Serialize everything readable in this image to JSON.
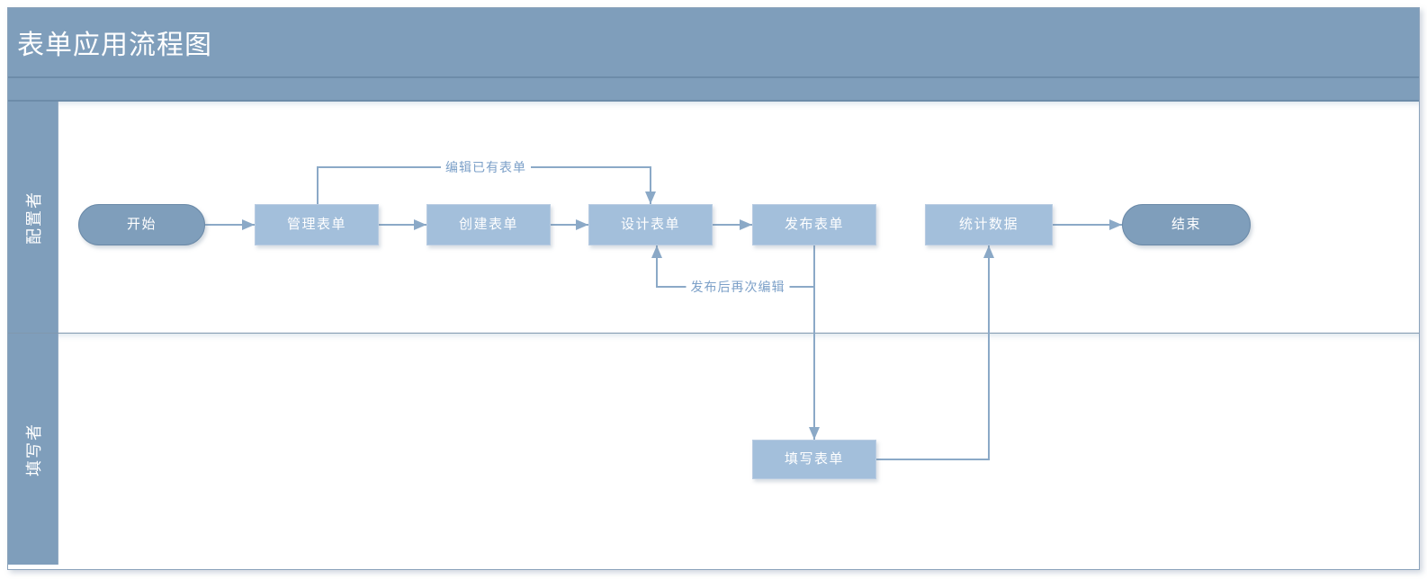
{
  "diagram": {
    "title": "表单应用流程图",
    "lanes": [
      {
        "label": "配置者"
      },
      {
        "label": "填写者"
      }
    ],
    "nodes": {
      "start": {
        "label": "开始",
        "shape": "terminator",
        "lane": "配置者"
      },
      "manage": {
        "label": "管理表单",
        "shape": "process",
        "lane": "配置者"
      },
      "create": {
        "label": "创建表单",
        "shape": "process",
        "lane": "配置者"
      },
      "design": {
        "label": "设计表单",
        "shape": "process",
        "lane": "配置者"
      },
      "publish": {
        "label": "发布表单",
        "shape": "process",
        "lane": "配置者"
      },
      "stats": {
        "label": "统计数据",
        "shape": "process",
        "lane": "配置者"
      },
      "end": {
        "label": "结束",
        "shape": "terminator",
        "lane": "配置者"
      },
      "fill": {
        "label": "填写表单",
        "shape": "process",
        "lane": "填写者"
      }
    },
    "edges": [
      {
        "from": "开始",
        "to": "管理表单",
        "label": ""
      },
      {
        "from": "管理表单",
        "to": "创建表单",
        "label": ""
      },
      {
        "from": "创建表单",
        "to": "设计表单",
        "label": ""
      },
      {
        "from": "管理表单",
        "to": "设计表单",
        "label": "编辑已有表单"
      },
      {
        "from": "设计表单",
        "to": "发布表单",
        "label": ""
      },
      {
        "from": "发布表单",
        "to": "设计表单",
        "label": "发布后再次编辑"
      },
      {
        "from": "发布表单",
        "to": "填写表单",
        "label": ""
      },
      {
        "from": "填写表单",
        "to": "统计数据",
        "label": ""
      },
      {
        "from": "统计数据",
        "to": "结束",
        "label": ""
      }
    ],
    "colors": {
      "band_fill": "#7F9EBB",
      "process_fill": "#A3BFDB",
      "terminator_fill": "#7F9EBB",
      "connector": "#8BA9C7",
      "edge_label_text": "#7CA0C8",
      "node_text": "#FFFFFF",
      "lane_line": "#8098AF"
    }
  }
}
